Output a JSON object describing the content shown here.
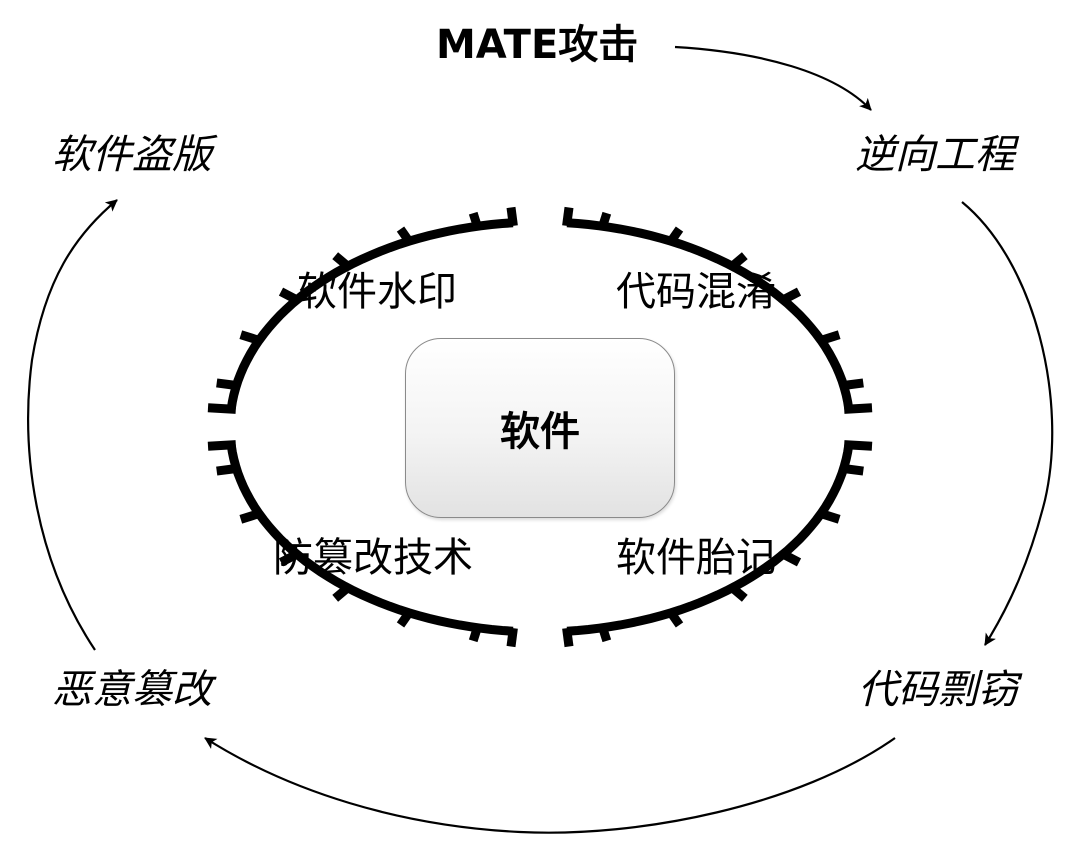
{
  "title": "MATE攻击",
  "core": "软件",
  "attacks": {
    "reverse_engineering": "逆向工程",
    "code_theft": "代码剽窃",
    "malicious_tampering": "恶意篡改",
    "software_piracy": "软件盗版"
  },
  "defenses": {
    "watermark": "软件水印",
    "obfuscation": "代码混淆",
    "tamper_proofing": "防篡改技术",
    "birthmark": "软件胎记"
  },
  "colors": {
    "ink": "#000000",
    "box_border": "#8a8a8a",
    "box_fill": "#f3f3f3"
  }
}
